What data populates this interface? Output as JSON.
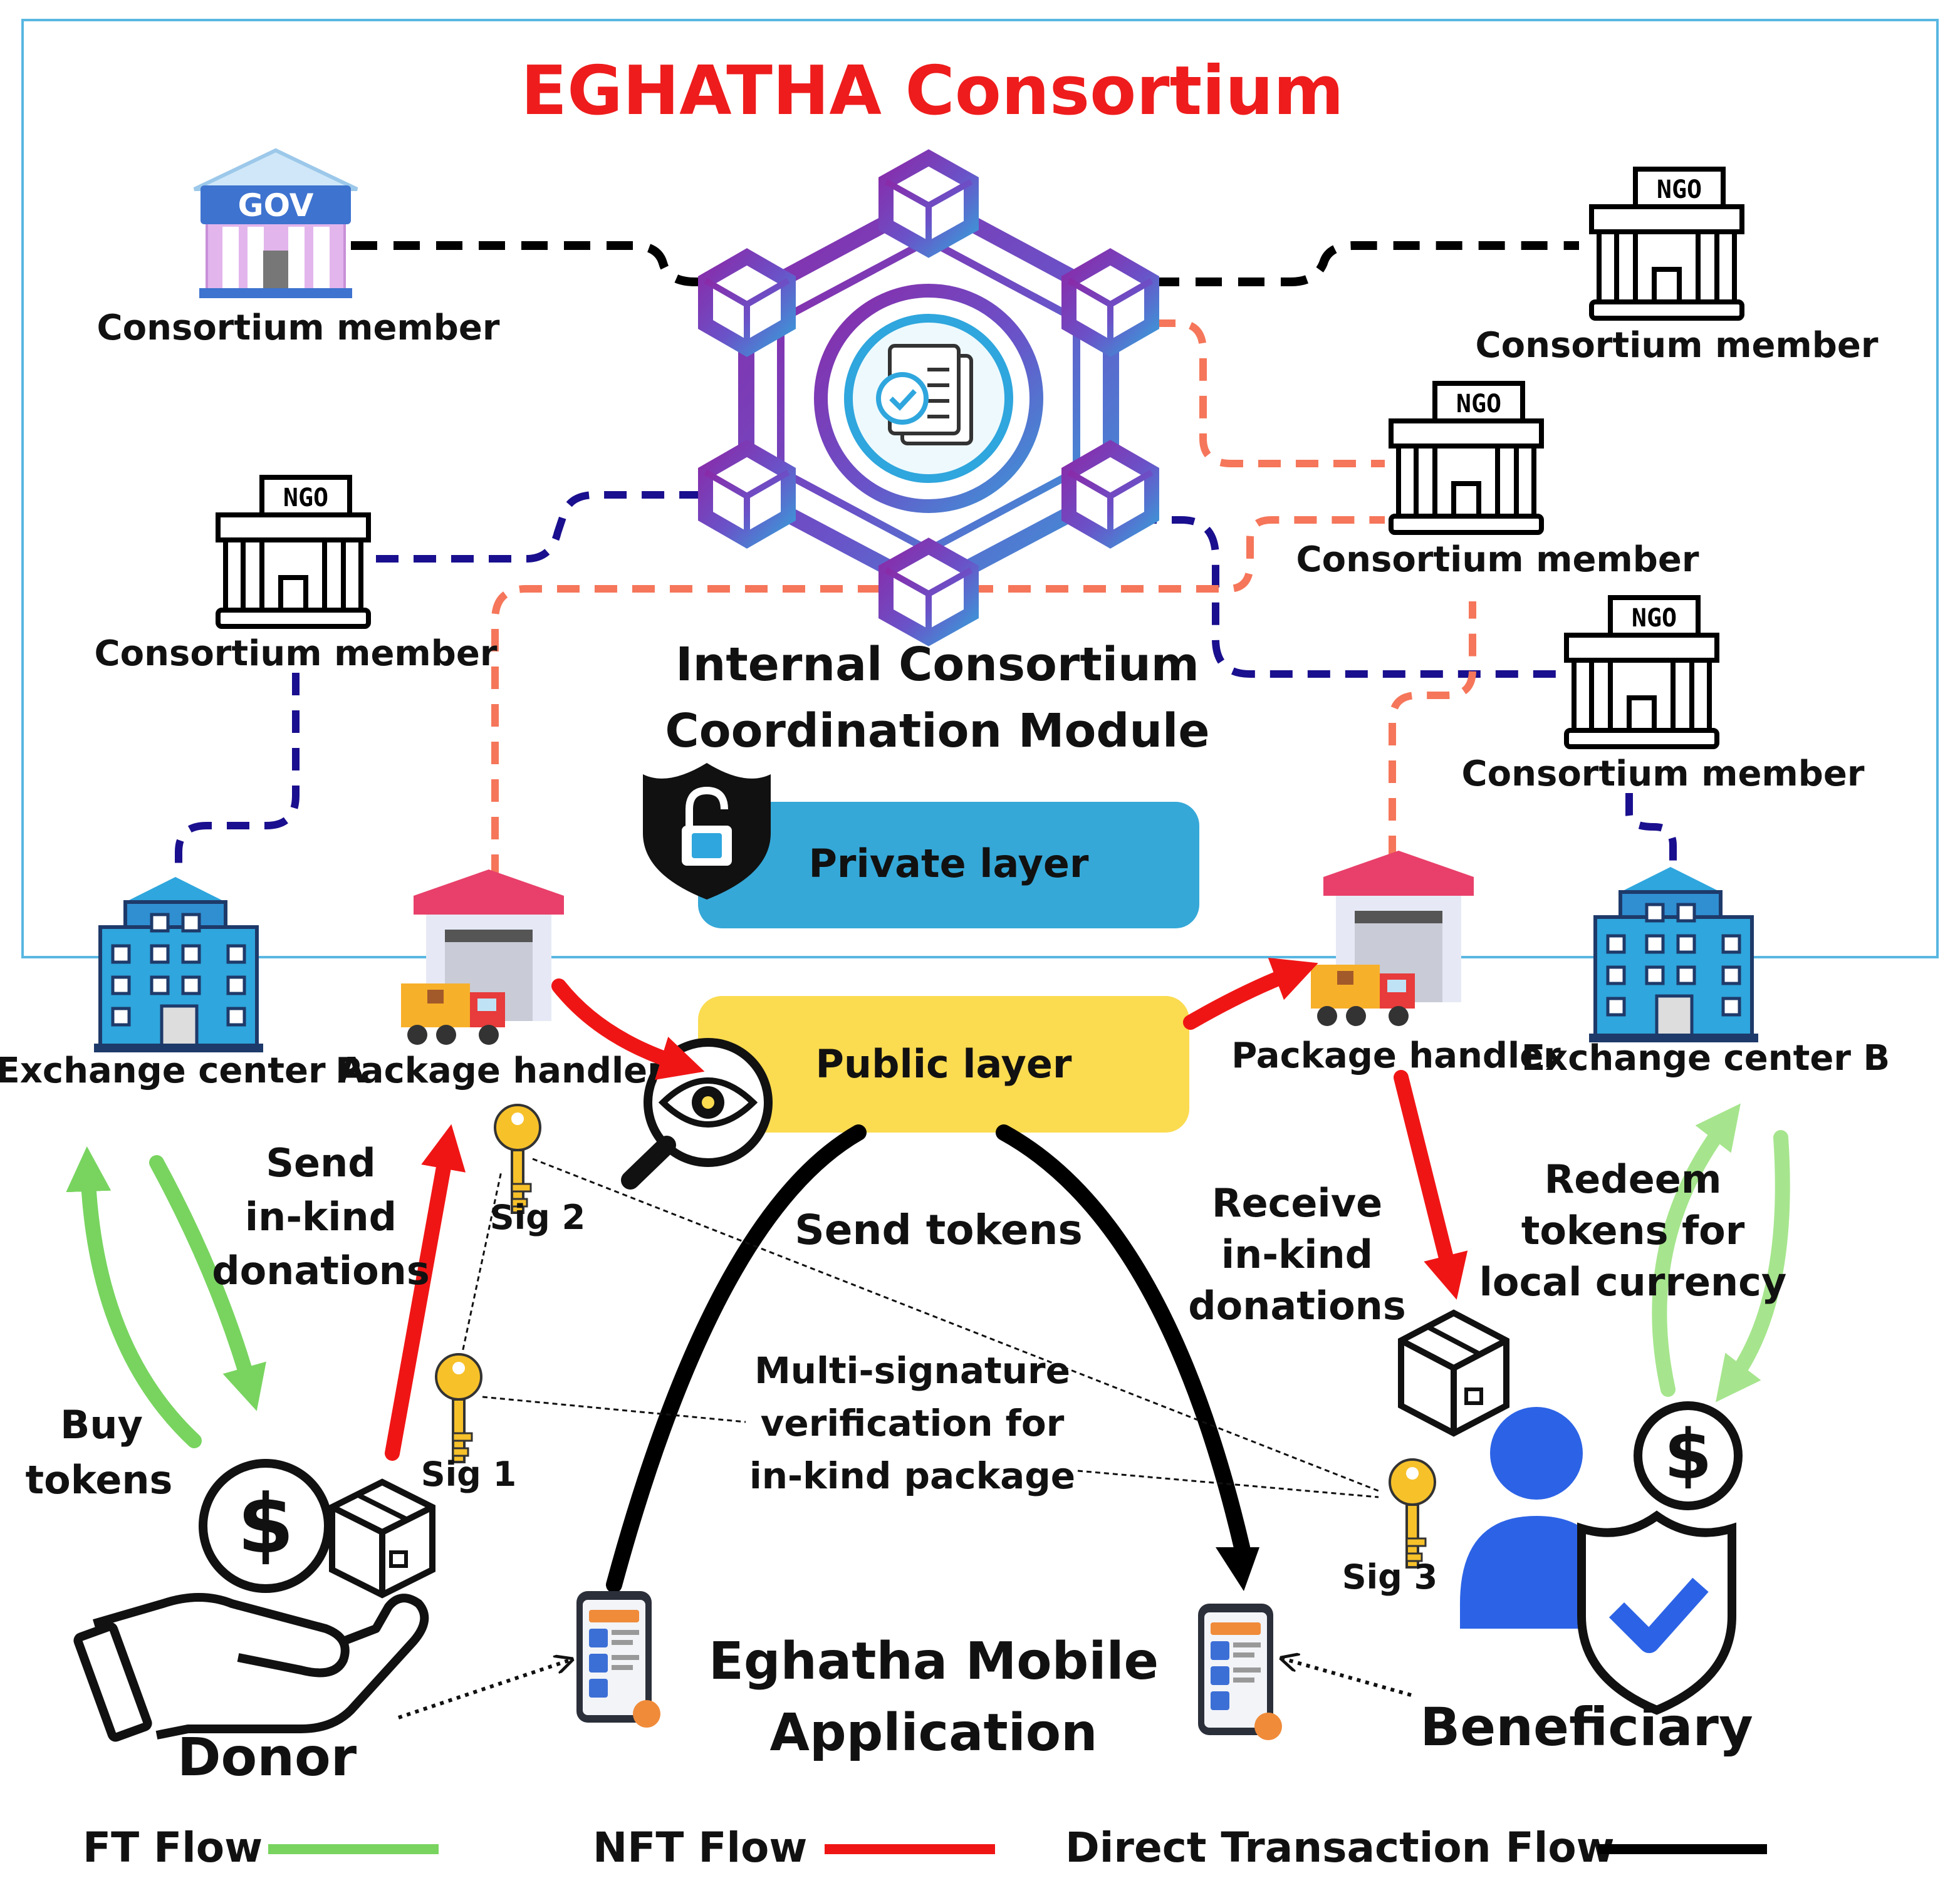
{
  "title": "EGHATHA Consortium",
  "module": {
    "line1": "Internal Consortium",
    "line2": "Coordination Module"
  },
  "layers": {
    "private": "Private layer",
    "public": "Public layer"
  },
  "members": {
    "gov_badge": "GOV",
    "ngo_badge": "NGO",
    "gov_label": "Consortium member",
    "ngo_left_label": "Consortium member",
    "ngo_top_right_label": "Consortium member",
    "ngo_mid_right_label": "Consortium member",
    "ngo_low_right_label": "Consortium member"
  },
  "nodes": {
    "exchange_a": "Exchange center A",
    "package_handler_left": "Package handler",
    "package_handler_right": "Package handler",
    "exchange_b": "Exchange center B",
    "donor": "Donor",
    "beneficiary": "Beneficiary"
  },
  "mobile_app": {
    "line1": "Eghatha Mobile",
    "line2": "Application"
  },
  "annotations": {
    "send_donations": [
      "Send",
      "in-kind",
      "donations"
    ],
    "receive_donations": [
      "Receive",
      "in-kind",
      "donations"
    ],
    "redeem": [
      "Redeem",
      "tokens for",
      "local currency"
    ],
    "buy_tokens": [
      "Buy",
      "tokens"
    ],
    "send_tokens": "Send tokens",
    "multisig": [
      "Multi-signature",
      "verification for",
      "in-kind package"
    ]
  },
  "signatures": [
    "Sig 1",
    "Sig 2",
    "Sig 3"
  ],
  "legend": [
    {
      "label": "FT Flow",
      "color": "#78d45f"
    },
    {
      "label": "NFT Flow",
      "color": "#f01515"
    },
    {
      "label": "Direct Transaction Flow",
      "color": "#000000"
    }
  ],
  "colors": {
    "title": "#ee1c1c",
    "frame": "#59b7e2",
    "private_layer": "#35a8d8",
    "public_layer": "#fbdb50",
    "blue_dashed": "#1a0f8e",
    "orange_dashed": "#f5765a",
    "black_dashed": "#000000",
    "ft_arrow": "#78d45f",
    "ft_arrow_light": "#a6e58d",
    "nft_arrow": "#f01515",
    "direct_arrow": "#000000"
  },
  "icons": [
    "gov-building-icon",
    "ngo-building-icon",
    "blockchain-hexagon-icon",
    "document-check-icon",
    "shield-lock-icon",
    "eye-magnifier-icon",
    "office-building-icon",
    "warehouse-truck-icon",
    "key-icon",
    "hand-dollar-icon",
    "box-icon",
    "person-icon",
    "shield-check-icon",
    "dollar-coin-icon",
    "mobile-app-icon"
  ]
}
